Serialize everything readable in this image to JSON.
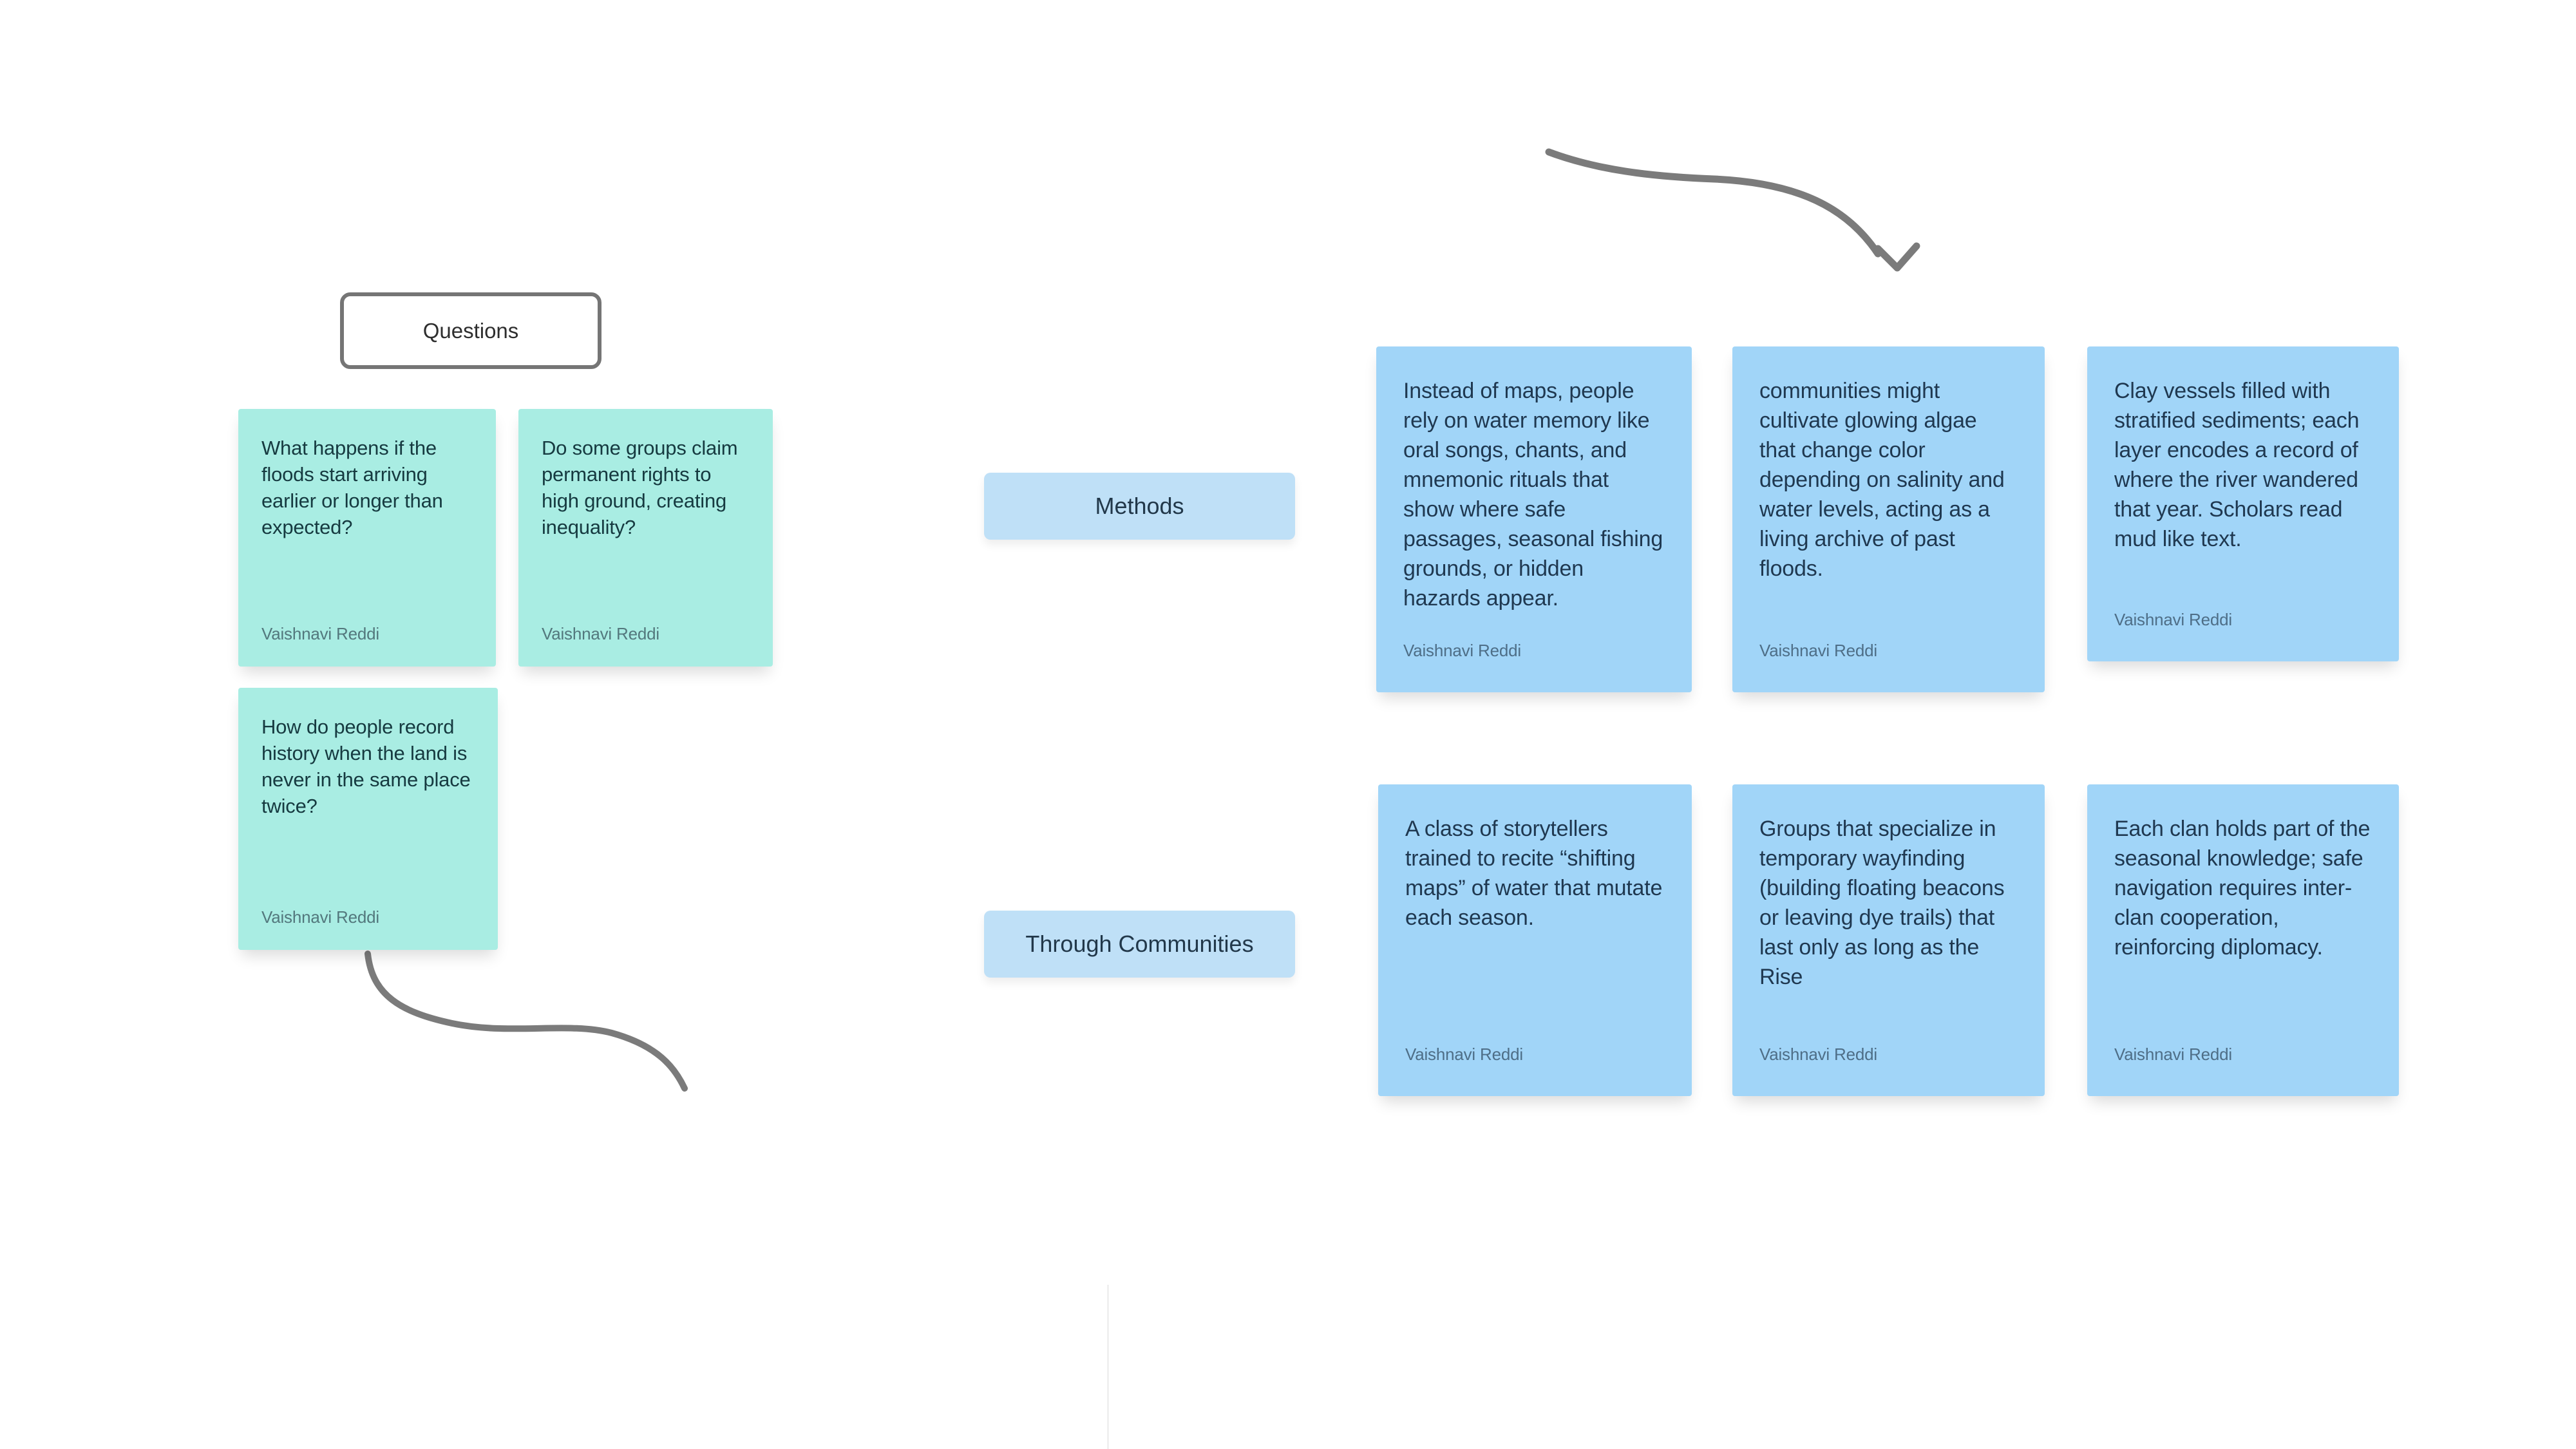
{
  "board": {
    "background": "#ffffff"
  },
  "colors": {
    "teal_note": "#a9ede3",
    "blue_note": "#a1d5f8",
    "section_label": "#bfe0f7",
    "frame_border": "#757575",
    "connector": "#7b7b7b",
    "teal_text": "#163a40",
    "blue_text": "#1f3850",
    "teal_author": "#53787d",
    "blue_author": "#4e6e87"
  },
  "frame": {
    "label": "Questions"
  },
  "section_labels": {
    "methods": "Methods",
    "through_communities": "Through Communities"
  },
  "teal_notes": [
    {
      "text": "What happens if the floods start arriving earlier or longer than expected?",
      "author": "Vaishnavi Reddi"
    },
    {
      "text": "Do some groups claim permanent rights to high ground, creating inequality?",
      "author": "Vaishnavi Reddi"
    },
    {
      "text": "How do people record history when the land is never in the same place twice?",
      "author": "Vaishnavi Reddi"
    }
  ],
  "blue_notes": [
    {
      "text": "Instead of maps, people rely on water memory like oral songs, chants, and mnemonic rituals that show where safe passages, seasonal fishing grounds, or hidden hazards appear.",
      "author": "Vaishnavi Reddi"
    },
    {
      "text": "communities might cultivate glowing algae that change color depending on salinity and water levels, acting as a living archive of past floods.",
      "author": "Vaishnavi Reddi"
    },
    {
      "text": "Clay vessels filled with stratified sediments; each layer encodes a record of where the river wandered that year. Scholars read mud like text.",
      "author": "Vaishnavi Reddi"
    },
    {
      "text": "A class of storytellers trained to recite “shifting maps” of water that mutate each season.",
      "author": "Vaishnavi Reddi"
    },
    {
      "text": "Groups that specialize in temporary wayfinding (building floating beacons or leaving dye trails) that last only as long as the Rise",
      "author": "Vaishnavi Reddi"
    },
    {
      "text": "Each clan holds part of the seasonal knowledge; safe navigation requires inter-clan cooperation, reinforcing diplomacy.",
      "author": "Vaishnavi Reddi"
    }
  ]
}
